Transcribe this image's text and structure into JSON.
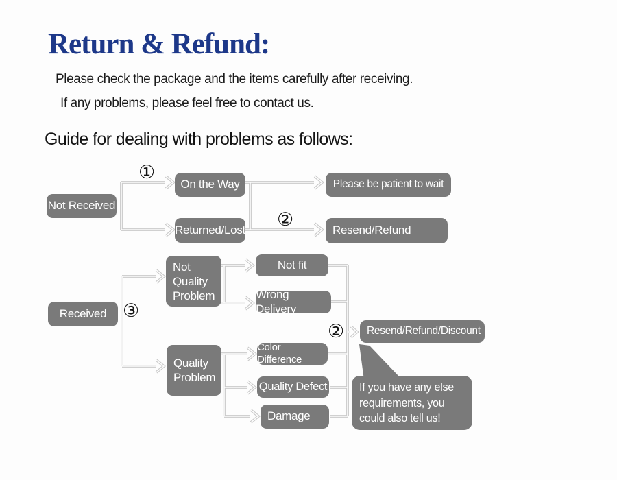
{
  "header": {
    "title": "Return & Refund:",
    "title_color": "#1d3889",
    "subtitle_line1": "Please check the package and the items carefully after receiving.",
    "subtitle_line2": "If any problems, please feel free to contact us.",
    "guide_heading": "Guide for dealing with problems as follows:"
  },
  "flowchart": {
    "node_color": "#7a7a7a",
    "arrow_color": "#c9c9c9",
    "markers": {
      "m1": "①",
      "m2_top": "②",
      "m3": "③",
      "m2_bottom": "②"
    },
    "nodes": {
      "not_received": "Not Received",
      "on_the_way": "On the Way",
      "returned_lost": "Returned/Lost",
      "please_be_patient": "Please be patient to wait",
      "resend_refund": "Resend/Refund",
      "received": "Received",
      "not_quality_problem": "Not\nQuality\nProblem",
      "quality_problem": "Quality\nProblem",
      "not_fit": "Not fit",
      "wrong_delivery": "Wrong Delivery",
      "color_difference": "Color Difference",
      "quality_defect": "Quality Defect",
      "damage": "Damage",
      "resend_refund_discount": "Resend/Refund/Discount"
    },
    "bubble_text": "If you have any else requirements, you could also tell us!"
  }
}
